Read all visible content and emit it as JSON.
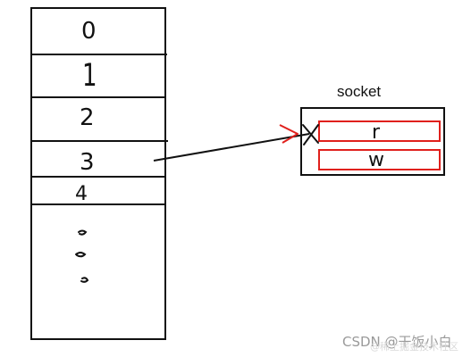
{
  "fd_table": {
    "cells": [
      {
        "label": "0"
      },
      {
        "label": "1"
      },
      {
        "label": "2"
      },
      {
        "label": "3"
      },
      {
        "label": "4"
      }
    ]
  },
  "socket": {
    "title": "socket",
    "read_buffer_label": "r",
    "write_buffer_label": "w"
  },
  "watermark": {
    "text": "CSDN @干饭小白",
    "faint_text": "@稀土掘金技术社区"
  },
  "colors": {
    "stroke": "#111111",
    "buffer_outline": "#e0201c",
    "arrow_head": "#e0201c"
  }
}
